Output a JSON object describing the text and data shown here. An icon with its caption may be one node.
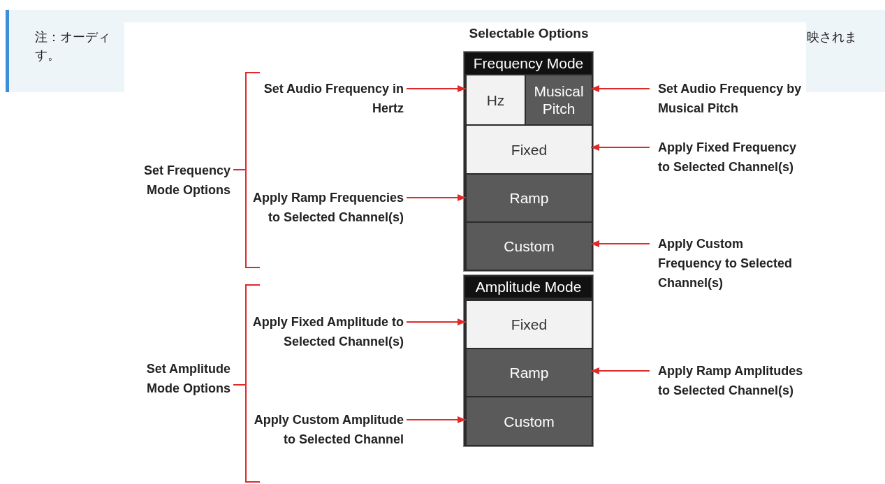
{
  "diagram": {
    "title": "Selectable Options",
    "nodes": [
      {
        "text": [
          "Frequency Mode"
        ]
      },
      {
        "text": [
          "Hz"
        ],
        "in": 0
      },
      {
        "text": [
          "Musical Pitch"
        ],
        "in": 0
      },
      {
        "text": [
          "Fixed"
        ],
        "in": 0
      },
      {
        "text": [
          "Ramp"
        ],
        "in": 0
      },
      {
        "text": [
          "Custom"
        ],
        "in": 0
      },
      {
        "text": [
          "Amplitude Mode"
        ]
      },
      {
        "text": [
          "Fixed"
        ],
        "in": 6
      },
      {
        "text": [
          "Ramp"
        ],
        "in": 6
      },
      {
        "text": [
          "Custom"
        ],
        "in": 6
      },
      {
        "text": [
          "Set Audio Frequency in Hertz"
        ]
      },
      {
        "text": [
          "Set Audio Frequency by Musical Pitch"
        ]
      },
      {
        "text": [
          "Apply Fixed Frequency to Selected Channel(s)"
        ]
      },
      {
        "text": [
          "Apply Ramp Frequencies to Selected Channel(s)"
        ]
      },
      {
        "text": [
          "Apply Custom Frequency to Selected Channel(s)"
        ]
      },
      {
        "text": [
          "Apply Fixed Amplitude to Selected Channel(s)"
        ]
      },
      {
        "text": [
          "Apply Ramp Amplitudes to Selected Channel(s)"
        ]
      },
      {
        "text": [
          "Apply Custom Amplitude to Selected Channel"
        ]
      }
    ],
    "edges": [
      {
        "from": 10,
        "to": 1,
        "arrow": "to"
      },
      {
        "from": 11,
        "to": 2,
        "arrow": "to"
      },
      {
        "from": 12,
        "to": 3,
        "arrow": "to"
      },
      {
        "from": 13,
        "to": 4,
        "arrow": "to"
      },
      {
        "from": 14,
        "to": 5,
        "arrow": "to"
      },
      {
        "from": 15,
        "to": 7,
        "arrow": "to"
      },
      {
        "from": 16,
        "to": 8,
        "arrow": "to"
      },
      {
        "from": 17,
        "to": 9,
        "arrow": "to"
      }
    ],
    "labels": [
      "注：オーディ",
      "映されます。",
      "Set Frequency Mode Options",
      "Set Amplitude Mode Options"
    ]
  }
}
